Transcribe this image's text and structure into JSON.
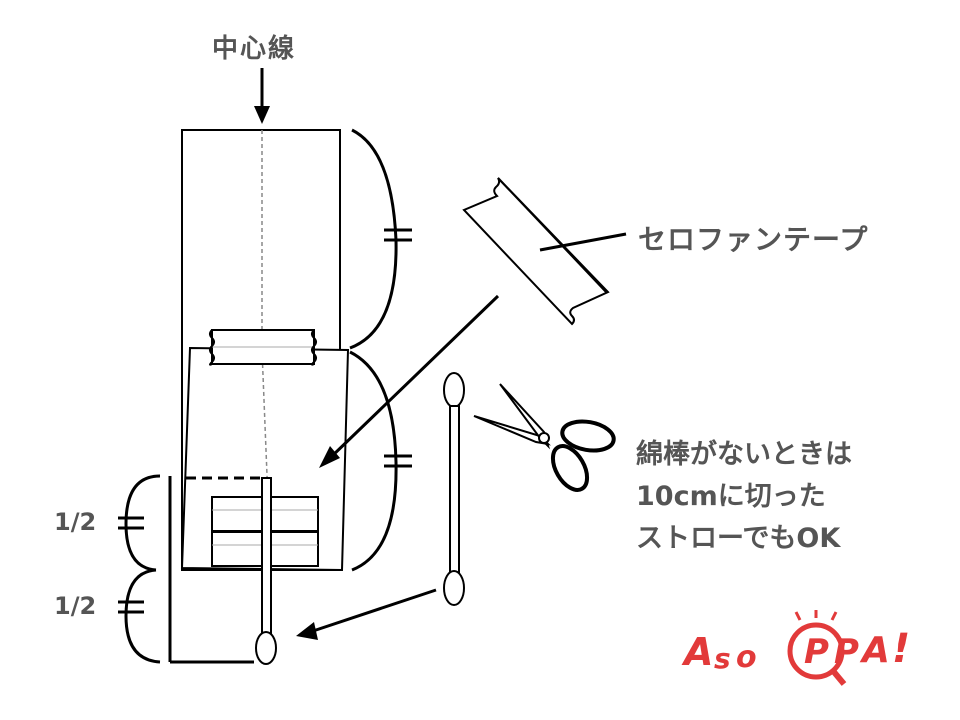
{
  "labels": {
    "center_line": "中心線",
    "cellophane_tape": "セロファンテープ",
    "note_lines": [
      "綿棒がないときは",
      "10cmに切った",
      "ストローでもOK"
    ],
    "half_top": "1/2",
    "half_bottom": "1/2"
  },
  "logo": {
    "text": "AsoPPA!",
    "parts": [
      "A",
      "s",
      "o",
      "P",
      "P",
      "A",
      "!"
    ],
    "color": "#e23a3a"
  },
  "icons": [
    "arrow-down-icon",
    "arrow-icon",
    "scissors-icon",
    "cotton-swab-icon",
    "tape-piece-icon",
    "magnifier-icon"
  ],
  "colors": {
    "line": "#000000",
    "text": "#555555",
    "accent": "#e23a3a"
  }
}
